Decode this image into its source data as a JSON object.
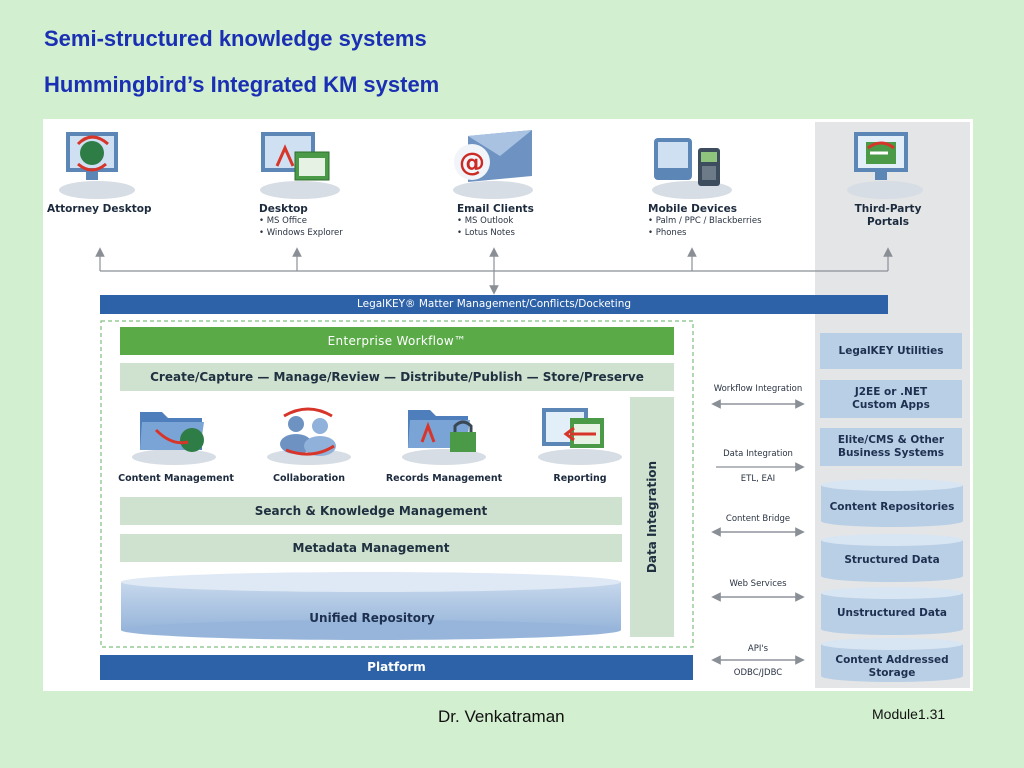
{
  "slide": {
    "title": "Semi-structured knowledge systems",
    "subtitle": "Hummingbird’s Integrated KM system",
    "author": "Dr. Venkatraman",
    "module": "Module1.31"
  },
  "clients": [
    {
      "name": "Attorney Desktop",
      "details": [],
      "icon": "monitor-globe-icon"
    },
    {
      "name": "Desktop",
      "details": [
        "• MS Office",
        "• Windows Explorer"
      ],
      "icon": "monitor-window-icon"
    },
    {
      "name": "Email Clients",
      "details": [
        "• MS Outlook",
        "• Lotus Notes"
      ],
      "icon": "email-at-icon"
    },
    {
      "name": "Mobile Devices",
      "details": [
        "• Palm / PPC / Blackberries",
        "• Phones"
      ],
      "icon": "mobile-devices-icon"
    },
    {
      "name": "Third-Party",
      "name2": "Portals",
      "details": [],
      "icon": "monitor-arrows-icon"
    }
  ],
  "bars": {
    "legalkey": "LegalKEY® Matter Management/Conflicts/Docketing",
    "workflow": "Enterprise Workflow™",
    "lifecycle": "Create/Capture — Manage/Review — Distribute/Publish — Store/Preserve",
    "search": "Search & Knowledge Management",
    "metadata": "Metadata Management",
    "repository": "Unified Repository",
    "platform": "Platform",
    "data_integration": "Data Integration"
  },
  "modules": [
    {
      "label": "Content Management",
      "icon": "folder-globe-icon"
    },
    {
      "label": "Collaboration",
      "icon": "people-arrows-icon"
    },
    {
      "label": "Records Management",
      "icon": "folder-lock-icon"
    },
    {
      "label": "Reporting",
      "icon": "window-arrow-icon"
    }
  ],
  "integrations": [
    {
      "top": "Workflow Integration",
      "bottom": ""
    },
    {
      "top": "Data Integration",
      "bottom": "ETL, EAI"
    },
    {
      "top": "Content Bridge",
      "bottom": ""
    },
    {
      "top": "Web Services",
      "bottom": ""
    },
    {
      "top": "API's",
      "bottom": "ODBC/JDBC"
    }
  ],
  "side_boxes": [
    {
      "line1": "LegalKEY Utilities",
      "line2": ""
    },
    {
      "line1": "J2EE or .NET",
      "line2": "Custom Apps"
    },
    {
      "line1": "Elite/CMS & Other",
      "line2": "Business Systems"
    }
  ],
  "side_cylinders": [
    {
      "line1": "Content Repositories",
      "line2": ""
    },
    {
      "line1": "Structured Data",
      "line2": ""
    },
    {
      "line1": "Unstructured Data",
      "line2": ""
    },
    {
      "line1": "Content Addressed",
      "line2": "Storage"
    }
  ],
  "colors": {
    "background": "#d2f0cf",
    "title": "#1a2fb4",
    "blue_bar": "#2d62a8",
    "green_bar": "#5aab48",
    "light_bar": "#cfe2cf",
    "side_box": "#b9cfe6"
  }
}
